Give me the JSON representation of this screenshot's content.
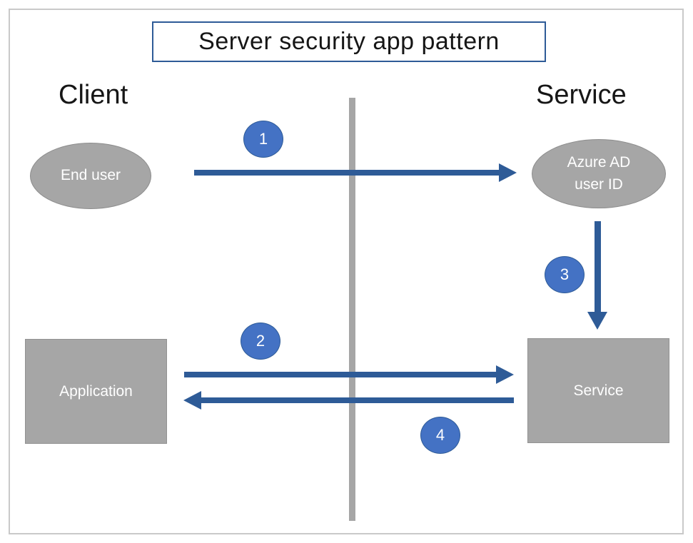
{
  "title": "Server security app pattern",
  "columns": {
    "client": "Client",
    "service": "Service"
  },
  "nodes": {
    "end_user": {
      "label": "End user",
      "shape": "ellipse"
    },
    "azure_ad": {
      "label_line1": "Azure AD",
      "label_line2": "user ID",
      "shape": "ellipse"
    },
    "application": {
      "label": "Application",
      "shape": "rectangle"
    },
    "service": {
      "label": "Service",
      "shape": "rectangle"
    }
  },
  "steps": [
    {
      "number": "1",
      "from": "end_user",
      "to": "azure_ad",
      "direction": "right"
    },
    {
      "number": "2",
      "from": "application",
      "to": "service",
      "direction": "right"
    },
    {
      "number": "3",
      "from": "azure_ad",
      "to": "service",
      "direction": "down"
    },
    {
      "number": "4",
      "from": "service",
      "to": "application",
      "direction": "left"
    }
  ],
  "colors": {
    "badge_blue": "#4472c4",
    "arrow_blue": "#2e5b97",
    "shape_gray": "#a6a6a6",
    "frame_gray": "#c9c9c9"
  }
}
